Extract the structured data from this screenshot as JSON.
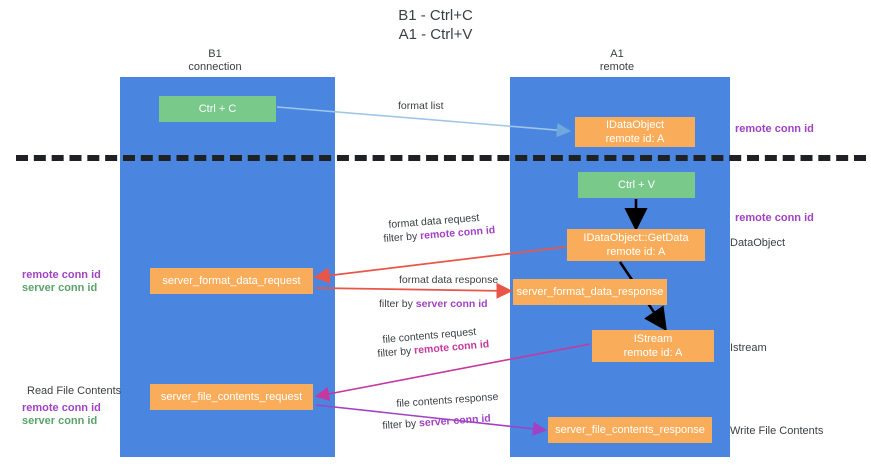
{
  "title": {
    "line1": "B1 - Ctrl+C",
    "line2": "A1 - Ctrl+V"
  },
  "columns": {
    "left": {
      "name": "B1",
      "role": "connection"
    },
    "right": {
      "name": "A1",
      "role": "remote"
    }
  },
  "nodes": {
    "ctrl_c": {
      "label": "Ctrl + C",
      "color": "#78c98a"
    },
    "idataobject": {
      "l1": "IDataObject",
      "l2": "remote id: A",
      "color": "#f9ad5a"
    },
    "ctrl_v": {
      "label": "Ctrl + V",
      "color": "#78c98a"
    },
    "getdata": {
      "l1": "IDataObject::GetData",
      "l2": "remote id: A",
      "color": "#f9ad5a"
    },
    "fmt_request": {
      "label": "server_format_data_request",
      "color": "#f9ad5a"
    },
    "fmt_response": {
      "label": "server_format_data_response",
      "color": "#f9ad5a"
    },
    "istream": {
      "l1": "IStream",
      "l2": "remote id: A",
      "color": "#f9ad5a"
    },
    "file_request": {
      "label": "server_file_contents_request",
      "color": "#f9ad5a"
    },
    "file_response": {
      "label": "server_file_contents_response",
      "color": "#f9ad5a"
    }
  },
  "edges": {
    "format_list": {
      "label": "format list"
    },
    "format_data_request": {
      "label": "format data request",
      "filter_prefix": "filter by ",
      "filter_key": "remote conn id"
    },
    "format_data_response": {
      "label": "format data response",
      "filter_prefix": "filter by ",
      "filter_key": "server conn id"
    },
    "file_contents_request": {
      "label": "file contents request",
      "filter_prefix": "filter by ",
      "filter_key": "remote conn id"
    },
    "file_contents_response": {
      "label": "file contents response",
      "filter_prefix": "filter by ",
      "filter_key": "server conn id"
    }
  },
  "annotations": {
    "right": {
      "remote_conn_id_top": "remote conn id",
      "remote_conn_id_mid": "remote conn id",
      "dataobject": "DataObject",
      "istream": "Istream",
      "write_file_contents": "Write File Contents"
    },
    "left": {
      "remote_conn_id_1": "remote conn id",
      "server_conn_id_1": "server conn id",
      "read_file_contents": "Read File Contents",
      "remote_conn_id_2": "remote conn id",
      "server_conn_id_2": "server conn id"
    }
  },
  "colors": {
    "lane": "#4a86e0",
    "green_node": "#78c98a",
    "orange_node": "#f9ad5a",
    "purple": "#a142c4",
    "green_text": "#5aa469",
    "pink": "#c4389f",
    "red_arrow": "#e8564a",
    "blue_arrow": "#9fc5e8",
    "black_arrow": "#000000",
    "divider": "#202124"
  }
}
